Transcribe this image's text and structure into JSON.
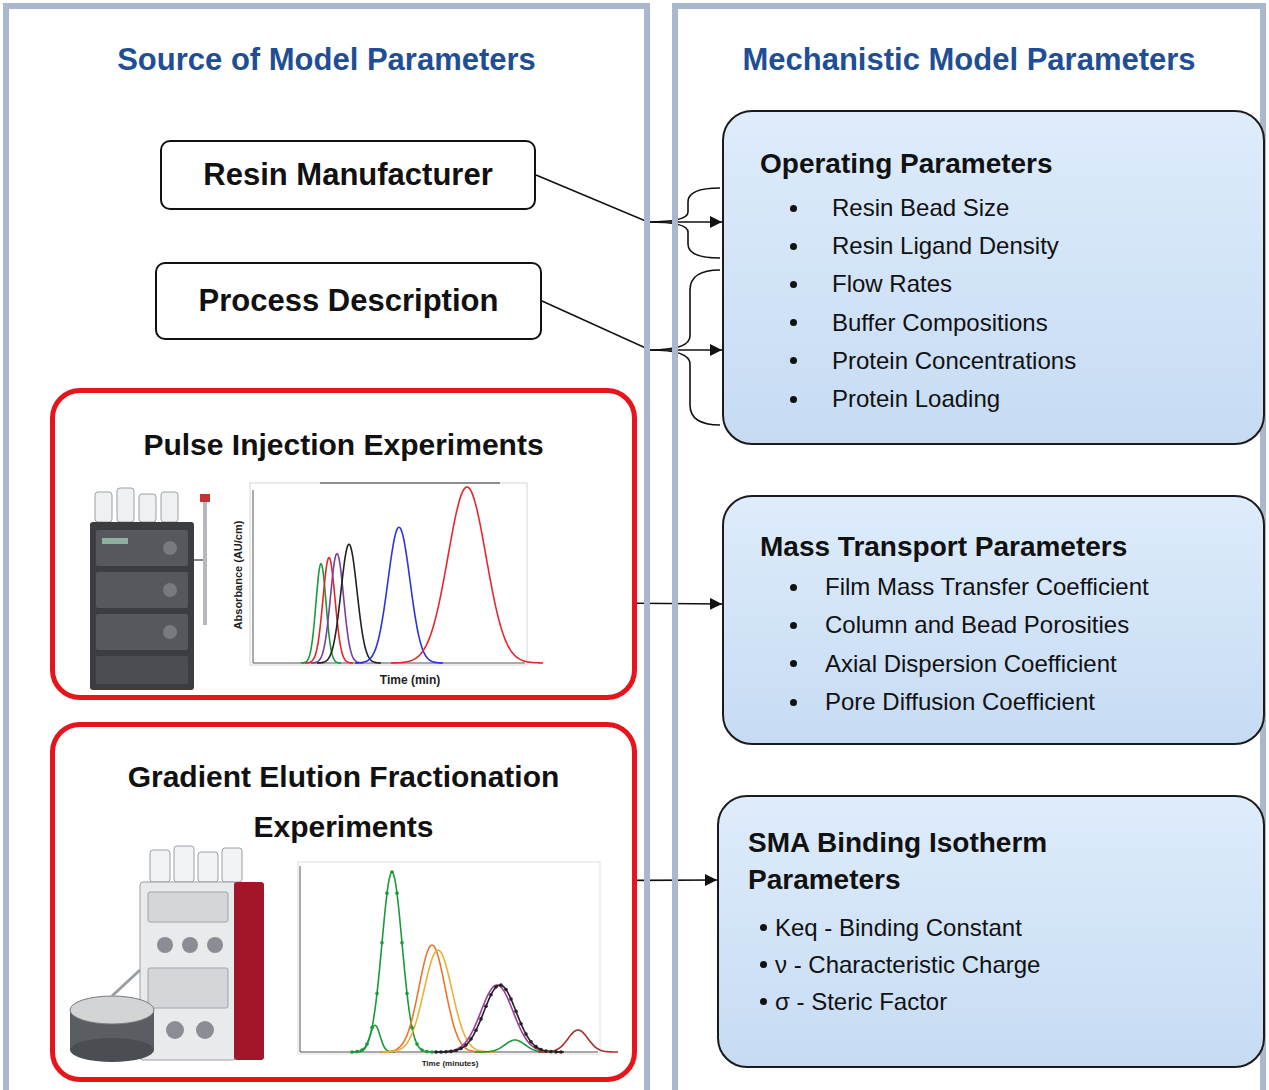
{
  "diagram": {
    "nodes": [
      {
        "text": [
          "Source of Model Parameters"
        ]
      },
      {
        "text": [
          "Mechanistic Model Parameters"
        ]
      },
      {
        "text": [
          "Resin Manufacturer"
        ],
        "in": 0
      },
      {
        "text": [
          "Process Description"
        ],
        "in": 0
      },
      {
        "text": [
          "Pulse Injection Experiments"
        ],
        "in": 0
      },
      {
        "text": [
          "Gradient Elution Fractionation Experiments"
        ],
        "in": 0
      },
      {
        "text": [
          "Operating Parameters",
          "Resin Bead Size",
          "Resin Ligand Density",
          "Flow Rates",
          "Buffer Compositions",
          "Protein Concentrations",
          "Protein Loading"
        ],
        "in": 1
      },
      {
        "text": [
          "Mass Transport Parameters",
          "Film Mass Transfer Coefficient",
          "Column and Bead Porosities",
          "Axial Dispersion Coefficient",
          "Pore Diffusion Coefficient"
        ],
        "in": 1
      },
      {
        "text": [
          "SMA Binding Isotherm Parameters",
          "Keq - Binding Constant",
          "ν - Characteristic Charge",
          "σ - Steric Factor"
        ],
        "in": 1
      }
    ],
    "edges": [
      {
        "from": 2,
        "to": 6,
        "arrow": "to"
      },
      {
        "from": 3,
        "to": 6,
        "arrow": "to"
      },
      {
        "from": 4,
        "to": 7,
        "arrow": "to"
      },
      {
        "from": 5,
        "to": 8,
        "arrow": "to"
      }
    ],
    "labels": [
      "Absorbance (AU/cm)",
      "Time (min)",
      "Time (minutes)"
    ]
  }
}
